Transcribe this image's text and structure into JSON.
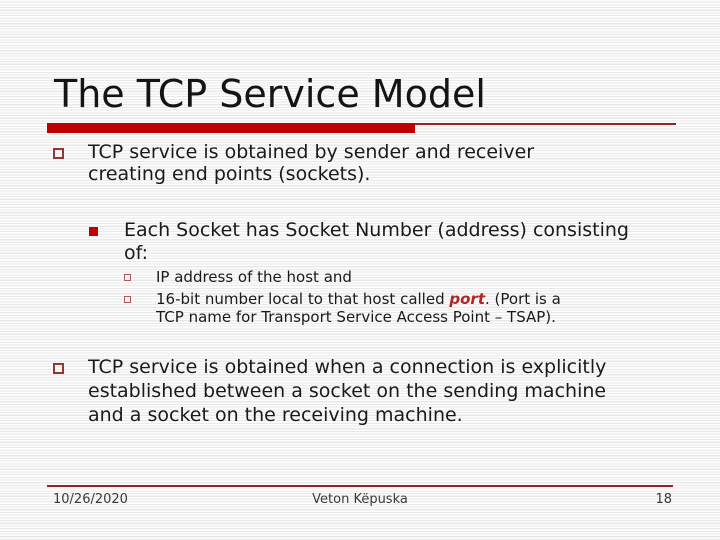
{
  "slide": {
    "title": "The TCP Service Model",
    "content": {
      "l1_item1": "TCP service is obtained by sender and receiver\ncreating end points (sockets).",
      "l2_item": "Each Socket has Socket Number (address) consisting\nof:",
      "l3_item1": "IP address of the host and",
      "l3_item2": {
        "pre": "16-bit number local to that host called ",
        "port": "port",
        "post": ". (Port is a\nTCP name for Transport Service Access Point – TSAP)."
      },
      "l1_item2": "TCP service is obtained when a connection is explicitly\nestablished between a socket on the sending machine\nand a socket on the receiving machine."
    },
    "footer": {
      "date": "10/26/2020",
      "author": "Veton Këpuska",
      "page": "18"
    }
  },
  "colors": {
    "accent-red": "#c00000",
    "line-dark-red": "#8c2525",
    "bullet-maroon": "#943634",
    "bullet-light-red": "#b05656",
    "port-red": "#b02525"
  }
}
